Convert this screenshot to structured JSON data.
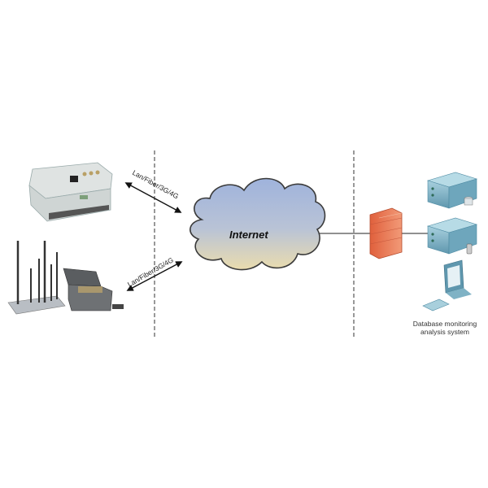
{
  "diagram": {
    "cloud": {
      "label": "Internet"
    },
    "connections": [
      {
        "label": "Lan/Fiber/3G/4G",
        "from": "outdoor-jammer-unit"
      },
      {
        "label": "Lan/Fiber/3G/4G",
        "from": "portable-jammer-kit"
      }
    ],
    "server_side": {
      "caption_line1": "Database monitoring",
      "caption_line2": "analysis system"
    },
    "colors": {
      "cloud_fill_top": "#8fa8d8",
      "cloud_fill_bottom": "#e8d9a8",
      "firewall": "#e06a45",
      "server": "#6fa7bd",
      "line": "#222222"
    }
  }
}
